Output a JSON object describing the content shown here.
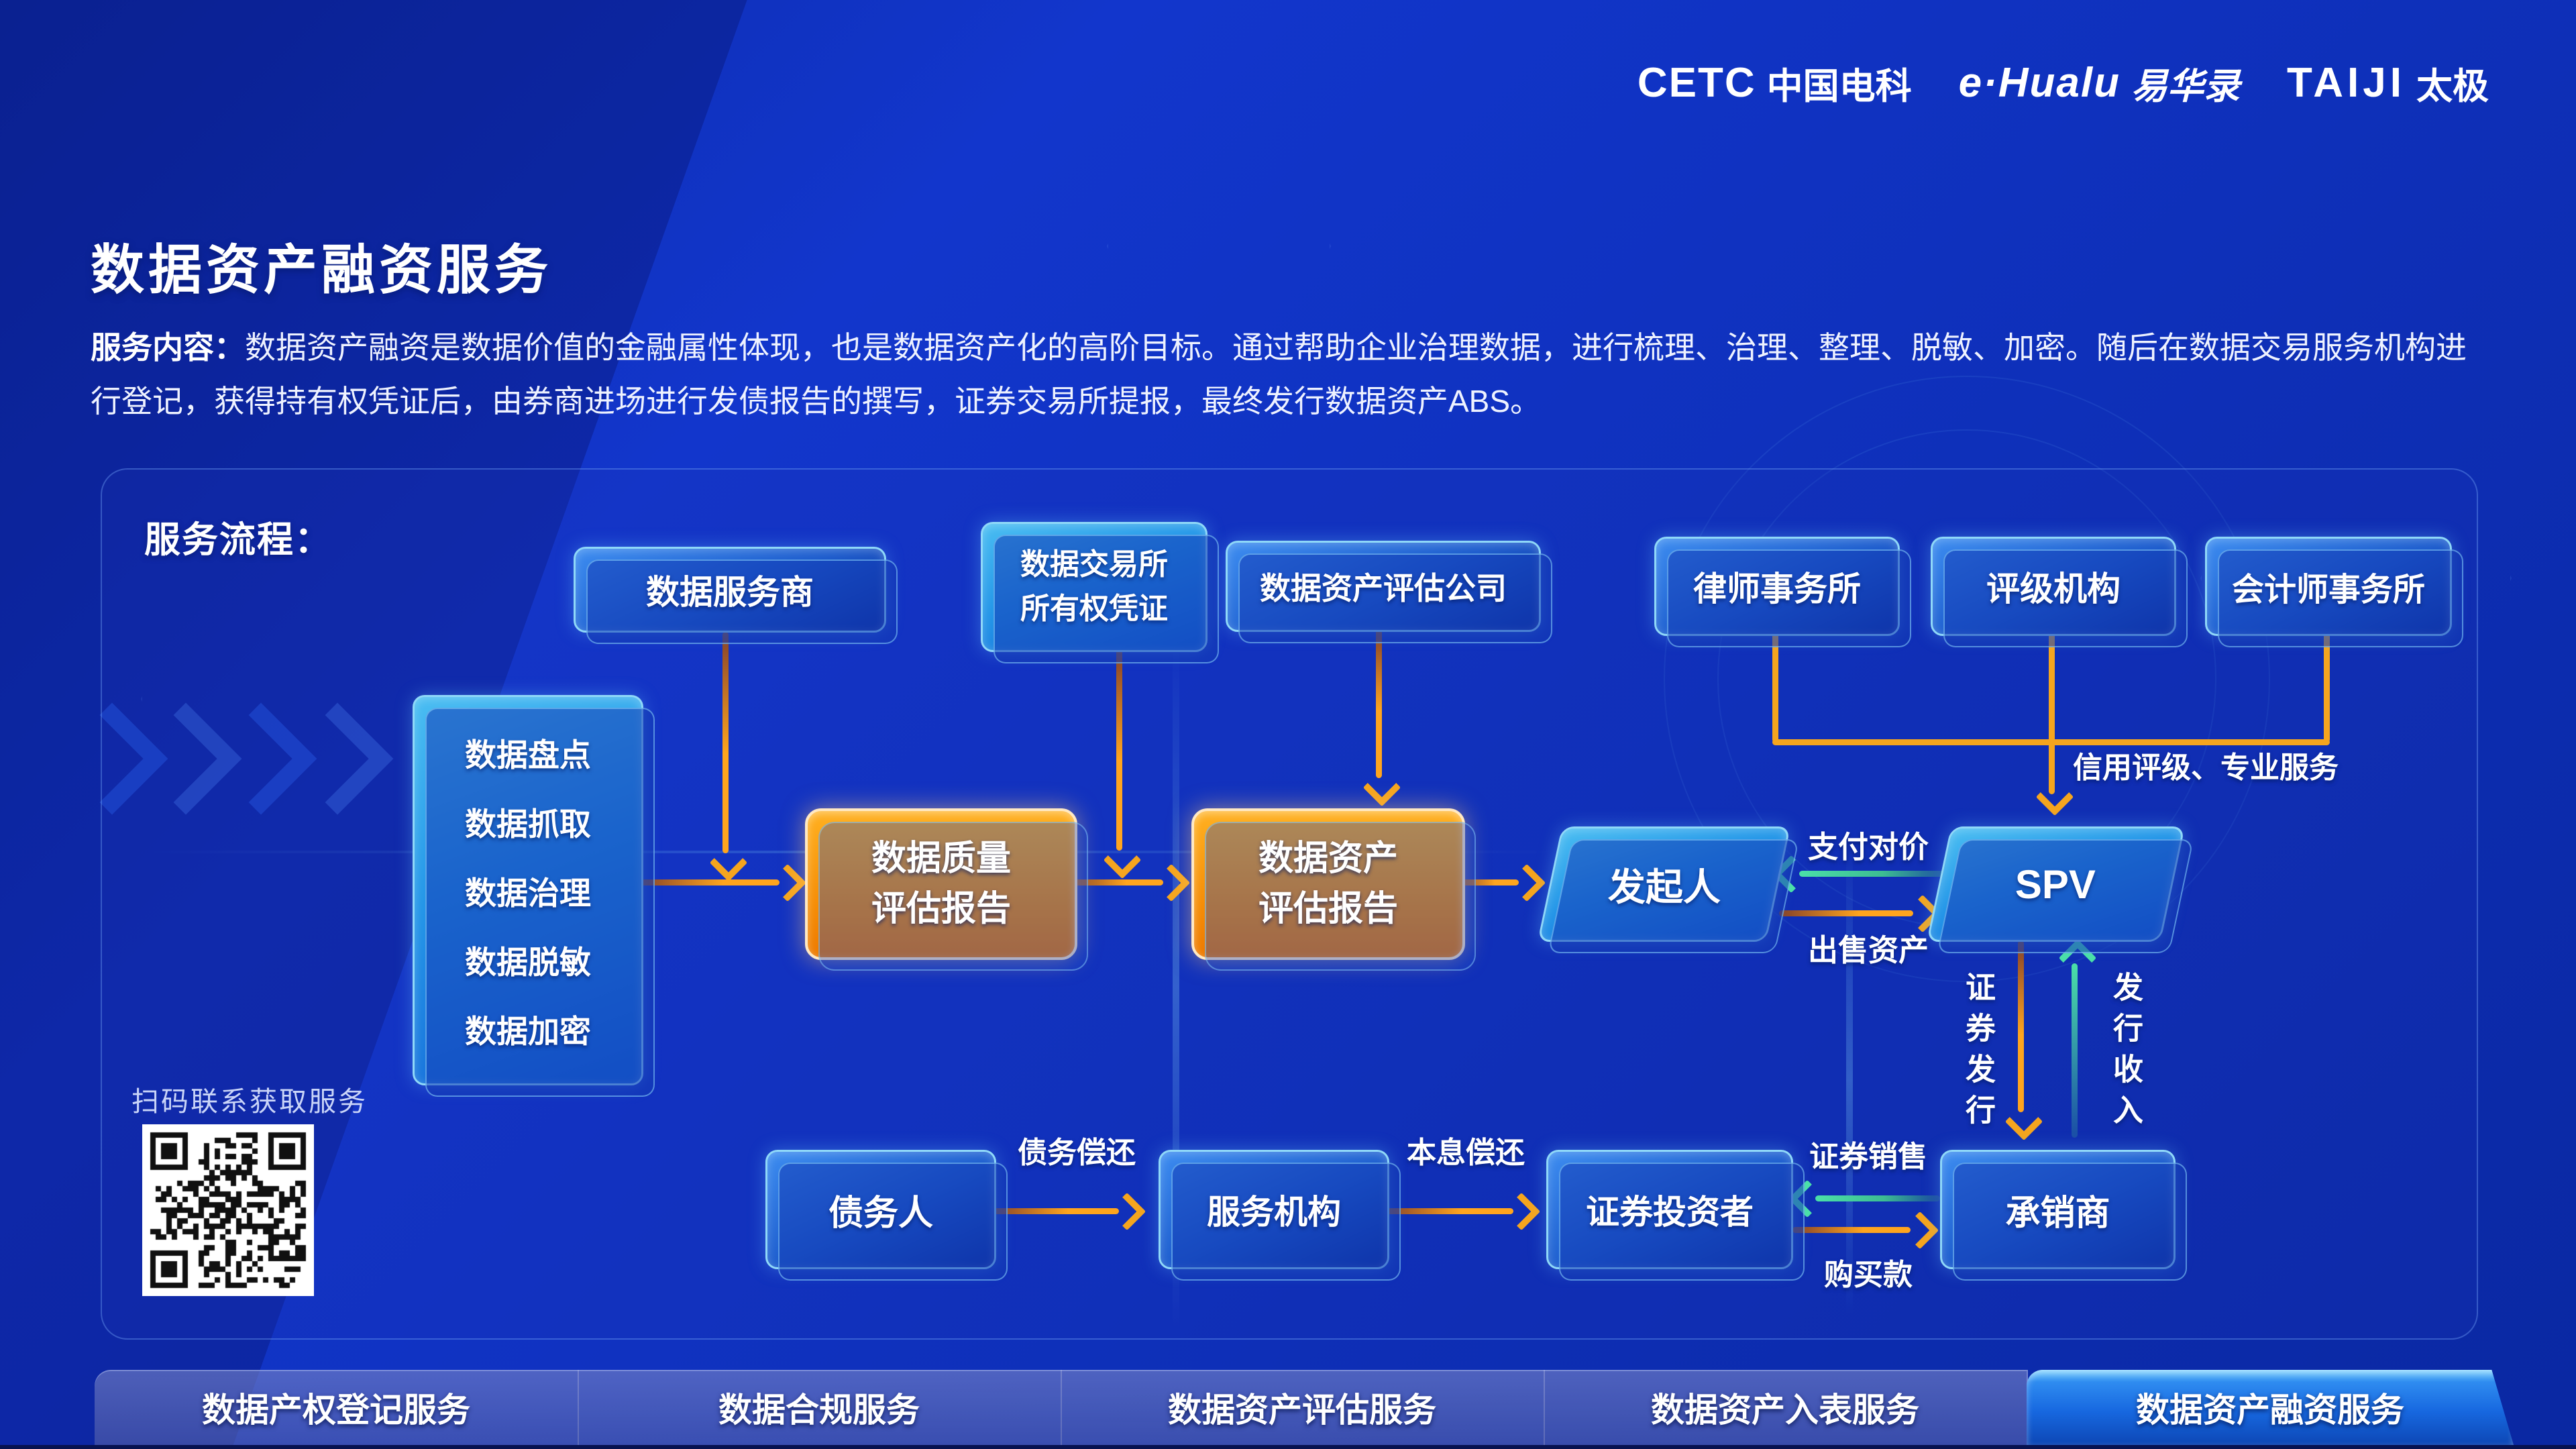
{
  "brand": {
    "logos": [
      {
        "en": "CETC",
        "cn": "中国电科"
      },
      {
        "en": "e·Hualu",
        "cn": "易华录"
      },
      {
        "en": "TAIJI",
        "cn": "太极"
      }
    ]
  },
  "page": {
    "title": "数据资产融资服务",
    "desc_label": "服务内容：",
    "desc_text": "数据资产融资是数据价值的金融属性体现，也是数据资产化的高阶目标。通过帮助企业治理数据，进行梳理、治理、整理、脱敏、加密。随后在数据交易服务机构进行登记，获得持有权凭证后，由券商进场进行发债报告的撰写，证券交易所提报，最终发行数据资产ABS。"
  },
  "flow": {
    "section_label": "服务流程：",
    "nodes": {
      "data_service_provider": "数据服务商",
      "exchange_cert": "数据交易所\n所有权凭证",
      "valuation_company": "数据资产评估公司",
      "law_firm": "律师事务所",
      "rating_agency": "评级机构",
      "accounting_firm": "会计师事务所",
      "data_steps": [
        "数据盘点",
        "数据抓取",
        "数据治理",
        "数据脱敏",
        "数据加密"
      ],
      "quality_report": "数据质量\n评估报告",
      "asset_report": "数据资产\n评估报告",
      "originator": "发起人",
      "spv": "SPV",
      "debtor": "债务人",
      "servicer": "服务机构",
      "investor": "证券投资者",
      "underwriter": "承销商"
    },
    "edges": {
      "credit_rating": "信用评级、专业服务",
      "pay_consideration": "支付对价",
      "sell_assets": "出售资产",
      "securities_issue": "证券发行",
      "issue_income": "发行收入",
      "debt_repay": "债务偿还",
      "principal_interest": "本息偿还",
      "securities_sale": "证券销售",
      "purchase_payment": "购买款"
    },
    "qr_label": "扫码联系获取服务"
  },
  "tabs": [
    {
      "label": "数据产权登记服务",
      "active": false
    },
    {
      "label": "数据合规服务",
      "active": false
    },
    {
      "label": "数据资产评估服务",
      "active": false
    },
    {
      "label": "数据资产入表服务",
      "active": false
    },
    {
      "label": "数据资产融资服务",
      "active": true
    }
  ],
  "colors": {
    "background": "#0f31bd",
    "arrow_orange": "#f5a51e",
    "arrow_green": "#4be0a8",
    "node_blue_light": "#3c8cf0",
    "node_blue_dark": "#0b2f9e",
    "node_cyan": "#49bdf2",
    "node_orange": "#f58d06",
    "active_tab": "#1768e0",
    "inactive_tab": "#6a76c0"
  }
}
